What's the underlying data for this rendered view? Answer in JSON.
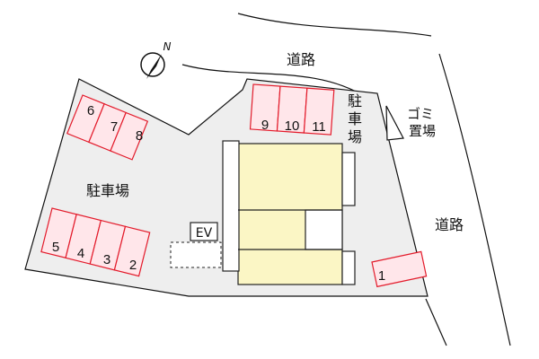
{
  "labels": {
    "road_top": "道路",
    "road_right": "道路",
    "parking_left": "駐車場",
    "parking_top_right": [
      "駐",
      "車",
      "場"
    ],
    "garbage": [
      "ゴミ",
      "置場"
    ],
    "elevator": "EV",
    "compass": "N"
  },
  "parking_spaces": {
    "top_left_group": [
      "6",
      "7",
      "8"
    ],
    "top_center_group": [
      "9",
      "10",
      "11"
    ],
    "bottom_left_group": [
      "5",
      "4",
      "3",
      "2"
    ],
    "right_single": [
      "1"
    ]
  },
  "colors": {
    "lot": "#eeeeee",
    "space_fill": "#ffe6ea",
    "space_border": "#e31b2b",
    "building": "#fbf6c5",
    "building_border": "#222222",
    "line": "#111111"
  }
}
